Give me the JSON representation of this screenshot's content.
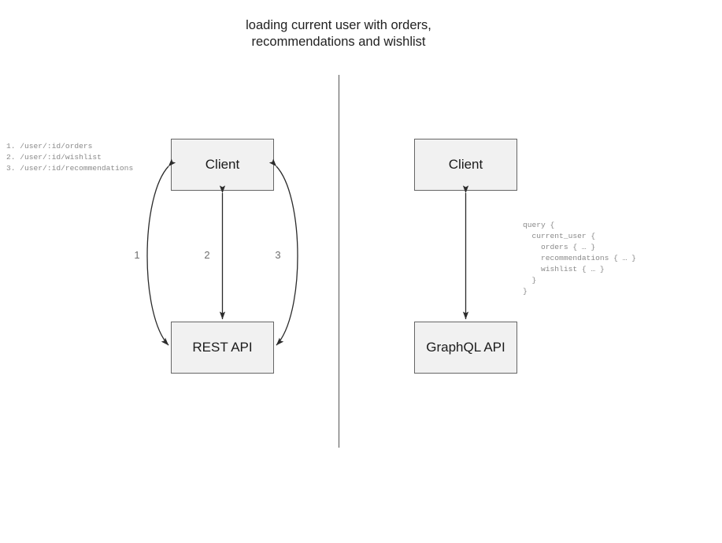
{
  "title": "loading current user with orders,\nrecommendations and wishlist",
  "divider": {
    "label": "vertical-divider"
  },
  "left_panel": {
    "name": "rest-comparison-panel",
    "client_box_label": "Client",
    "api_box_label": "REST API",
    "arrow_labels": [
      "1",
      "2",
      "3"
    ],
    "endpoint_list": "1. /user/:id/orders\n2. /user/:id/wishlist\n3. /user/:id/recommendations",
    "endpoints": [
      {
        "index": "1.",
        "path": "/user/:id/orders"
      },
      {
        "index": "2.",
        "path": "/user/:id/wishlist"
      },
      {
        "index": "3.",
        "path": "/user/:id/recommendations"
      }
    ]
  },
  "right_panel": {
    "name": "graphql-comparison-panel",
    "client_box_label": "Client",
    "api_box_label": "GraphQL API",
    "query_text": "query {\n  current_user {\n    orders { … }\n    recommendations { … }\n    wishlist { … }\n  }\n}",
    "query_lines": [
      "query {",
      "  current_user {",
      "    orders { … }",
      "    recommendations { … }",
      "    wishlist { … }",
      "  }",
      "}"
    ]
  },
  "colors": {
    "box_fill": "#f1f1f1",
    "box_border": "#666666",
    "arrow_stroke": "#2b2b2b",
    "divider": "#555555",
    "code_text": "#8a8a8a",
    "label_text": "#6f6f6f",
    "title_text": "#222222",
    "background": "#ffffff"
  }
}
